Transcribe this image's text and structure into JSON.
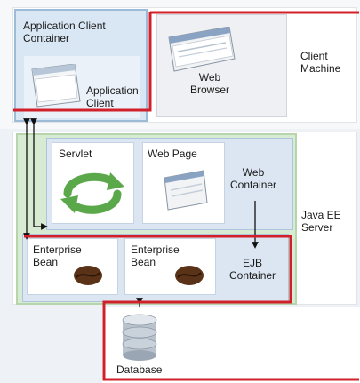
{
  "client_machine": {
    "app_client_container": "Application Client\nContainer",
    "app_client": "Application\nClient",
    "web_browser": "Web\nBrowser",
    "label": "Client\nMachine"
  },
  "javaee_server": {
    "label": "Java EE\nServer",
    "web_container": "Web\nContainer",
    "servlet": "Servlet",
    "web_page": "Web Page",
    "ejb_container": "EJB\nContainer",
    "enterprise_bean_1": "Enterprise\nBean",
    "enterprise_bean_2": "Enterprise\nBean"
  },
  "database": {
    "label": "Database"
  },
  "colors": {
    "highlight": "#d1202a",
    "container_blue": "#dbe6f2",
    "server_green": "#d7ead2",
    "coffee_bean": "#5a3218"
  }
}
